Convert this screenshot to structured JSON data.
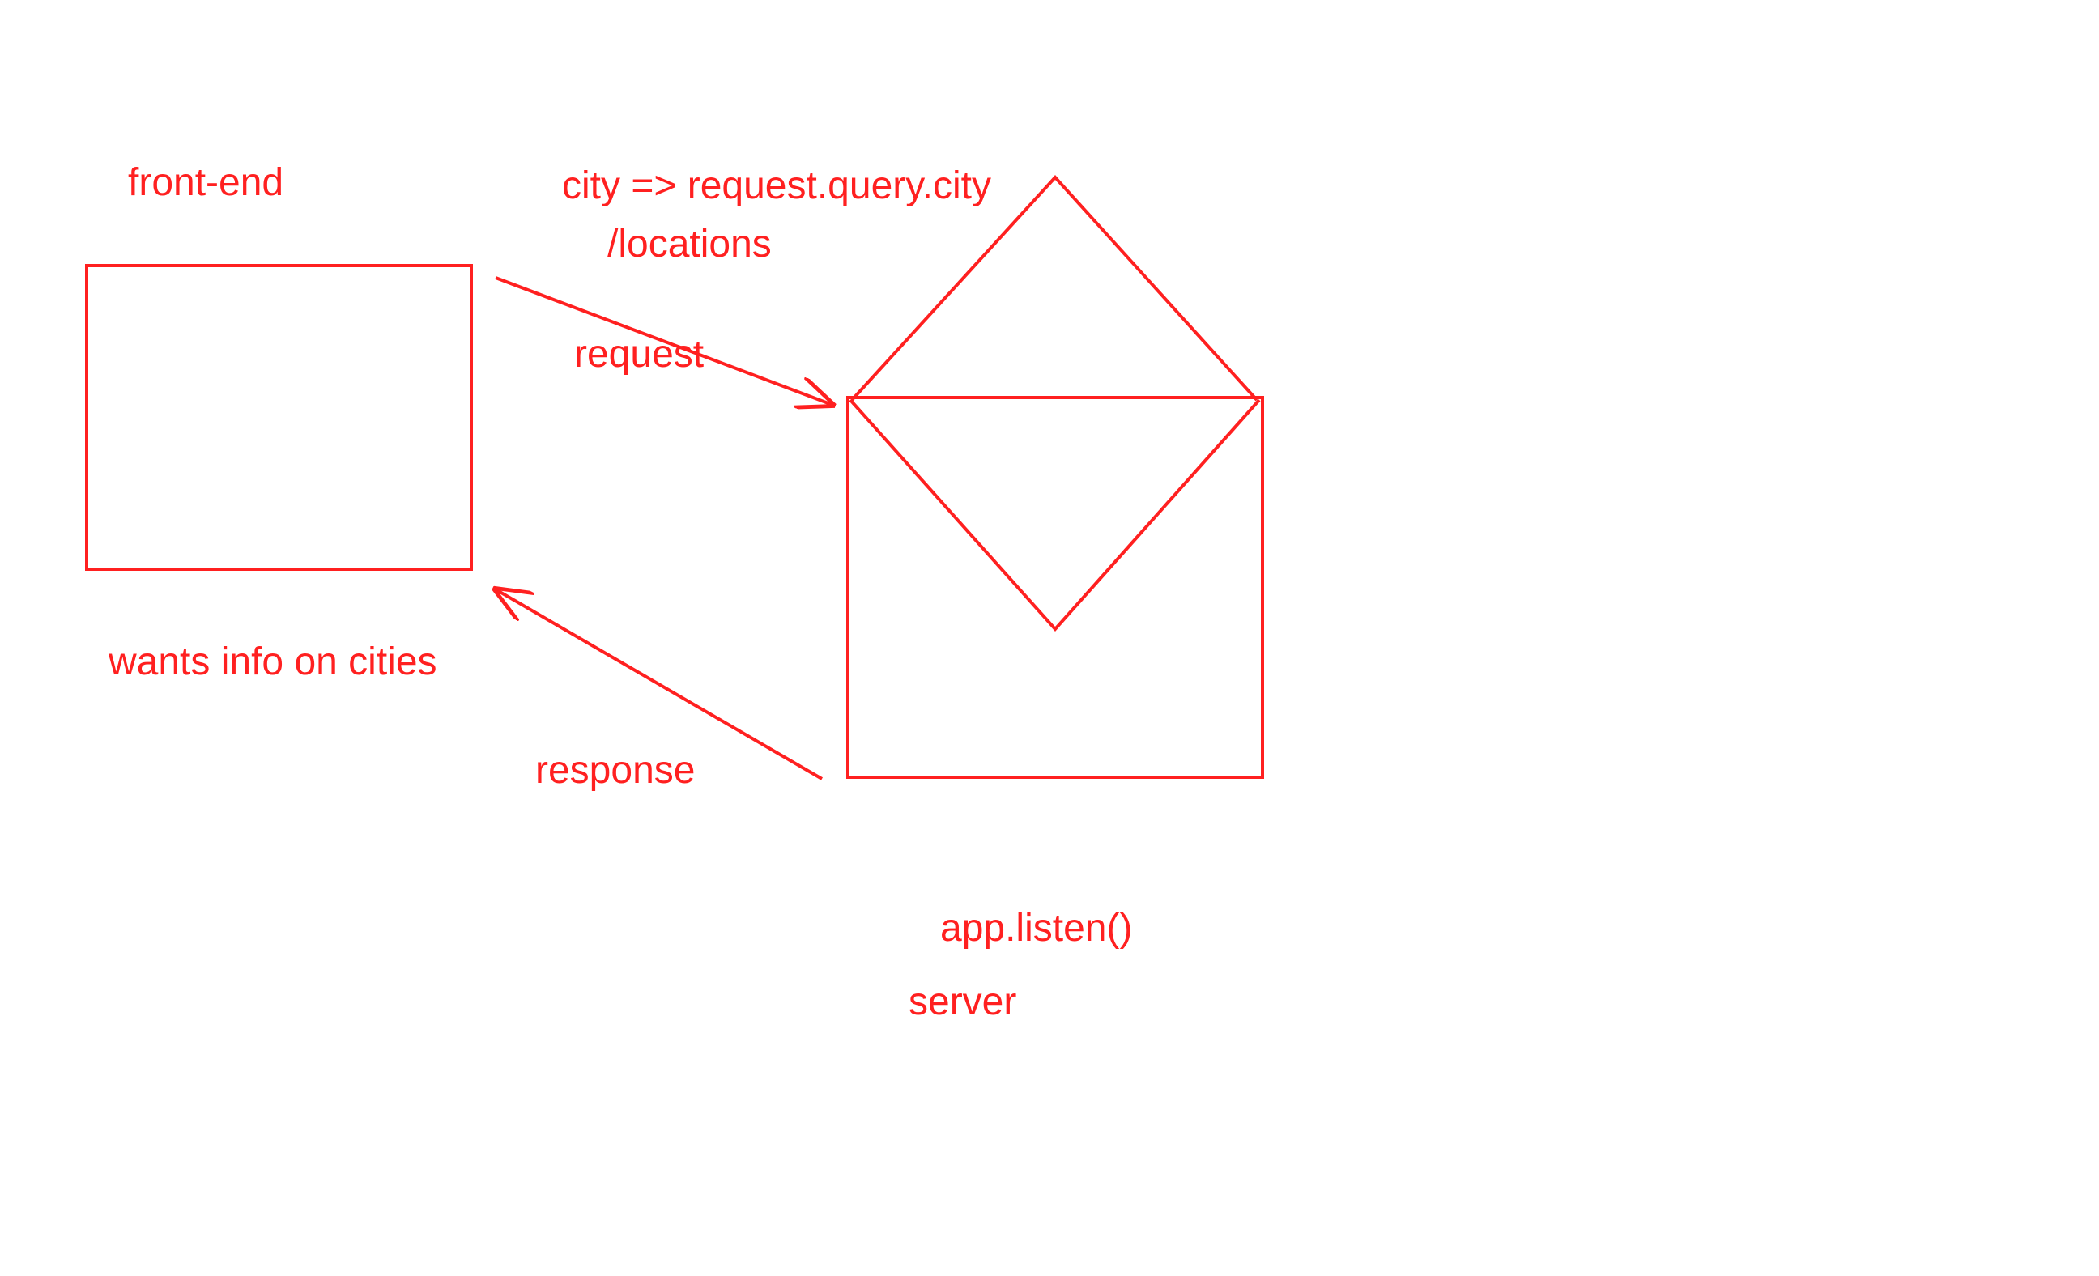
{
  "diagram": {
    "stroke_color": "#ff2020",
    "background": "#ffffff",
    "labels": {
      "front_end": "front-end",
      "wants_info": "wants info on cities",
      "city_query": "city => request.query.city",
      "locations": "/locations",
      "request": "request",
      "response": "response",
      "app_listen": "app.listen()",
      "server": "server"
    },
    "nodes": [
      {
        "id": "front-end-box",
        "shape": "rectangle"
      },
      {
        "id": "server-box",
        "shape": "rectangle"
      },
      {
        "id": "envelope-flap-top",
        "shape": "triangle"
      },
      {
        "id": "envelope-flap-inner",
        "shape": "triangle"
      }
    ],
    "edges": [
      {
        "id": "request-arrow",
        "from": "front-end-box",
        "to": "server-box",
        "label": "request"
      },
      {
        "id": "response-arrow",
        "from": "server-box",
        "to": "front-end-box",
        "label": "response"
      }
    ]
  }
}
